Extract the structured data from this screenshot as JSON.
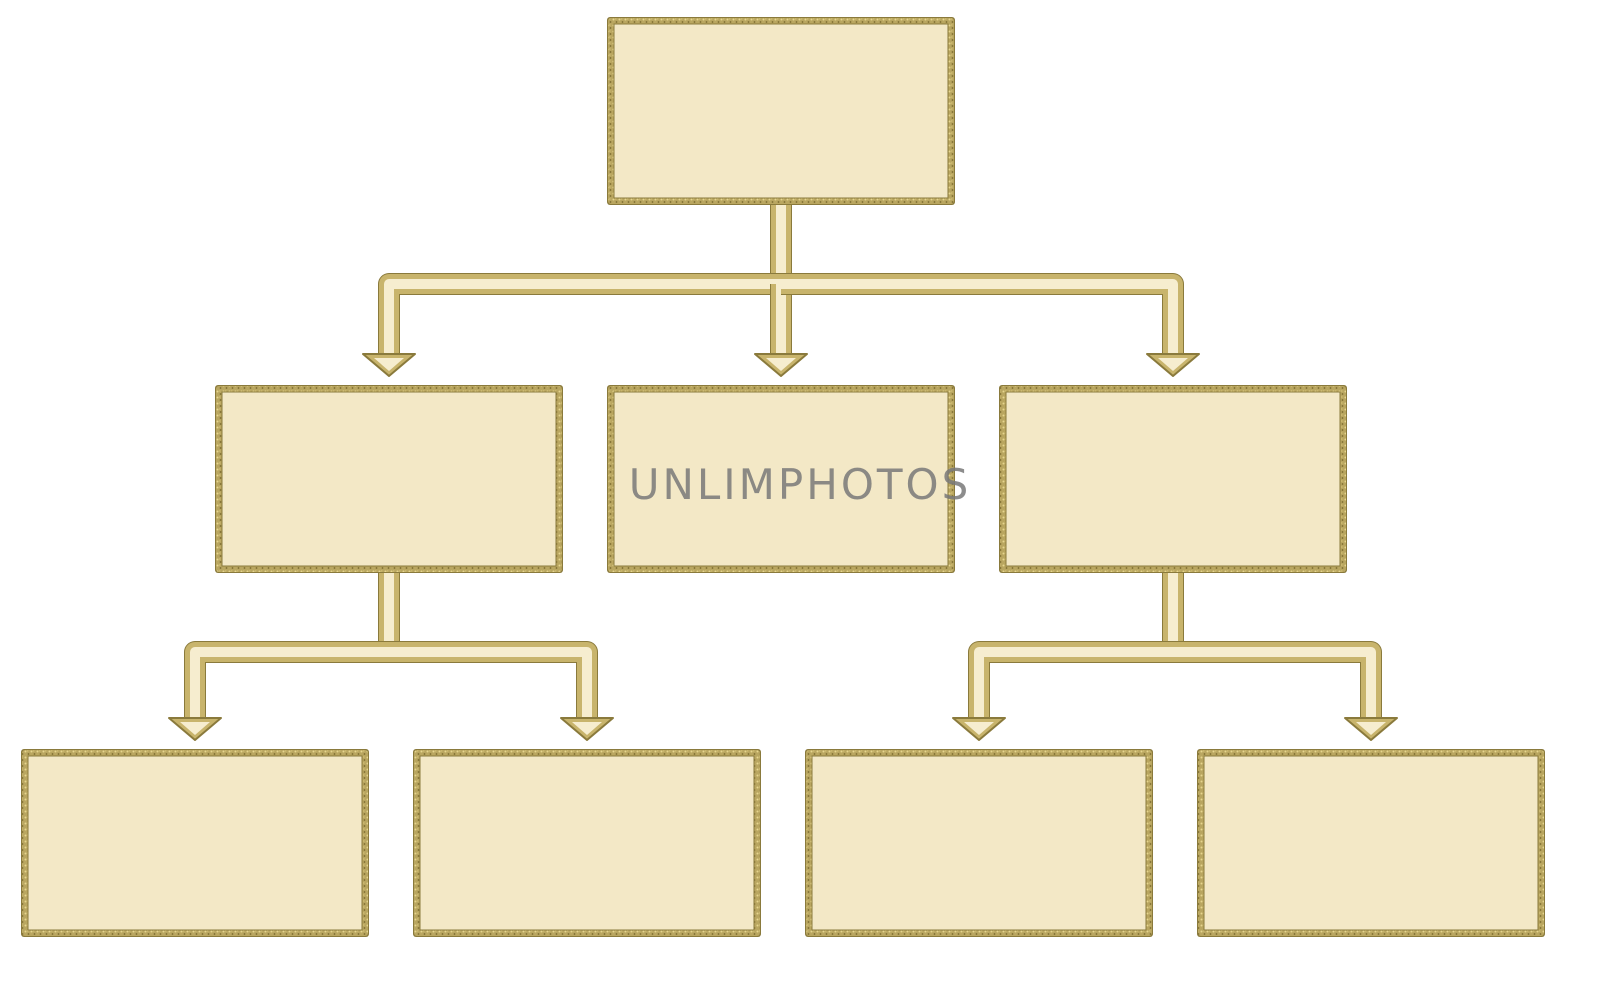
{
  "diagram": {
    "type": "hierarchy",
    "colors": {
      "box_fill": "#f3e8c6",
      "gold_outer": "#8a7a3c",
      "gold_inner": "#c8b46c",
      "connector_fill": "#f6edcf"
    },
    "levels": [
      {
        "level": 1,
        "box_count": 1
      },
      {
        "level": 2,
        "box_count": 3
      },
      {
        "level": 3,
        "box_count": 4
      }
    ],
    "connections": [
      {
        "from": "box-root",
        "to": "box-level2-left"
      },
      {
        "from": "box-root",
        "to": "box-level2-center"
      },
      {
        "from": "box-root",
        "to": "box-level2-right"
      },
      {
        "from": "box-level2-left",
        "to": "box-level3-1"
      },
      {
        "from": "box-level2-left",
        "to": "box-level3-2"
      },
      {
        "from": "box-level2-right",
        "to": "box-level3-3"
      },
      {
        "from": "box-level2-right",
        "to": "box-level3-4"
      }
    ]
  },
  "watermark": {
    "text": "UNLIMPHOTOS"
  }
}
